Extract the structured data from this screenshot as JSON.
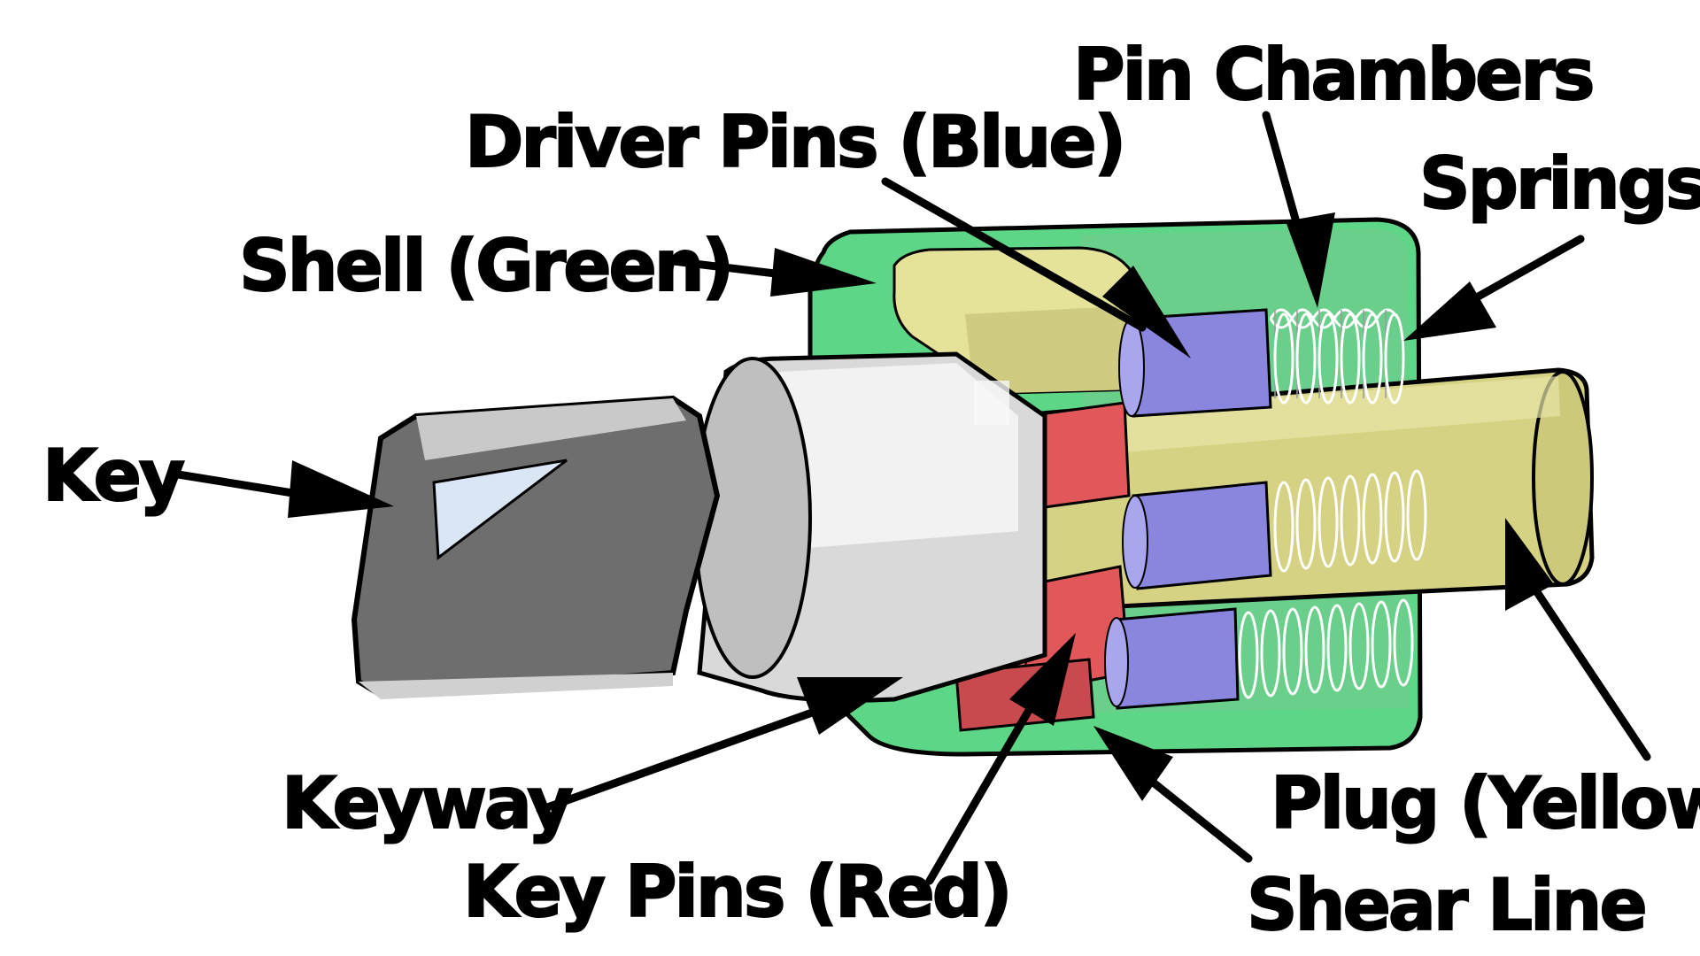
{
  "labels": {
    "pin_chambers": "Pin Chambers",
    "driver_pins": "Driver Pins (Blue)",
    "springs": "Springs",
    "shell": "Shell (Green)",
    "key": "Key",
    "keyway": "Keyway",
    "key_pins": "Key Pins (Red)",
    "shear_line": "Shear Line",
    "plug": "Plug (Yellow)"
  },
  "colors": {
    "shell": "#5dd787",
    "plug": "#d6d283",
    "driver_pin": "#8a86de",
    "key_pin": "#e2585a",
    "key": "#6e6e6e",
    "outline": "#000000"
  }
}
